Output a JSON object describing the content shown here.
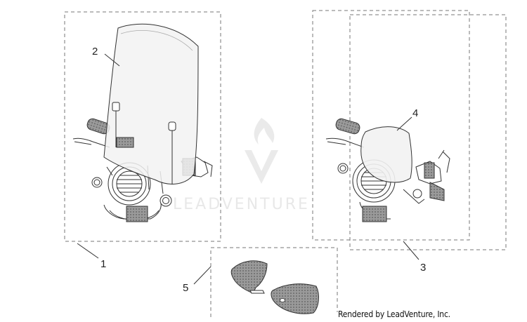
{
  "callouts": [
    {
      "id": "1",
      "label": "1"
    },
    {
      "id": "2",
      "label": "2"
    },
    {
      "id": "3",
      "label": "3"
    },
    {
      "id": "4",
      "label": "4"
    },
    {
      "id": "5",
      "label": "5"
    }
  ],
  "watermark": {
    "text": "LEADVENTURE"
  },
  "credit": {
    "text": "Rendered by LeadVenture, Inc."
  },
  "colors": {
    "line": "#333333",
    "dash": "#777777",
    "shield_fill": "#f2f2f2",
    "part_fill": "#8a8a8a",
    "watermark": "#e6e6e6"
  }
}
